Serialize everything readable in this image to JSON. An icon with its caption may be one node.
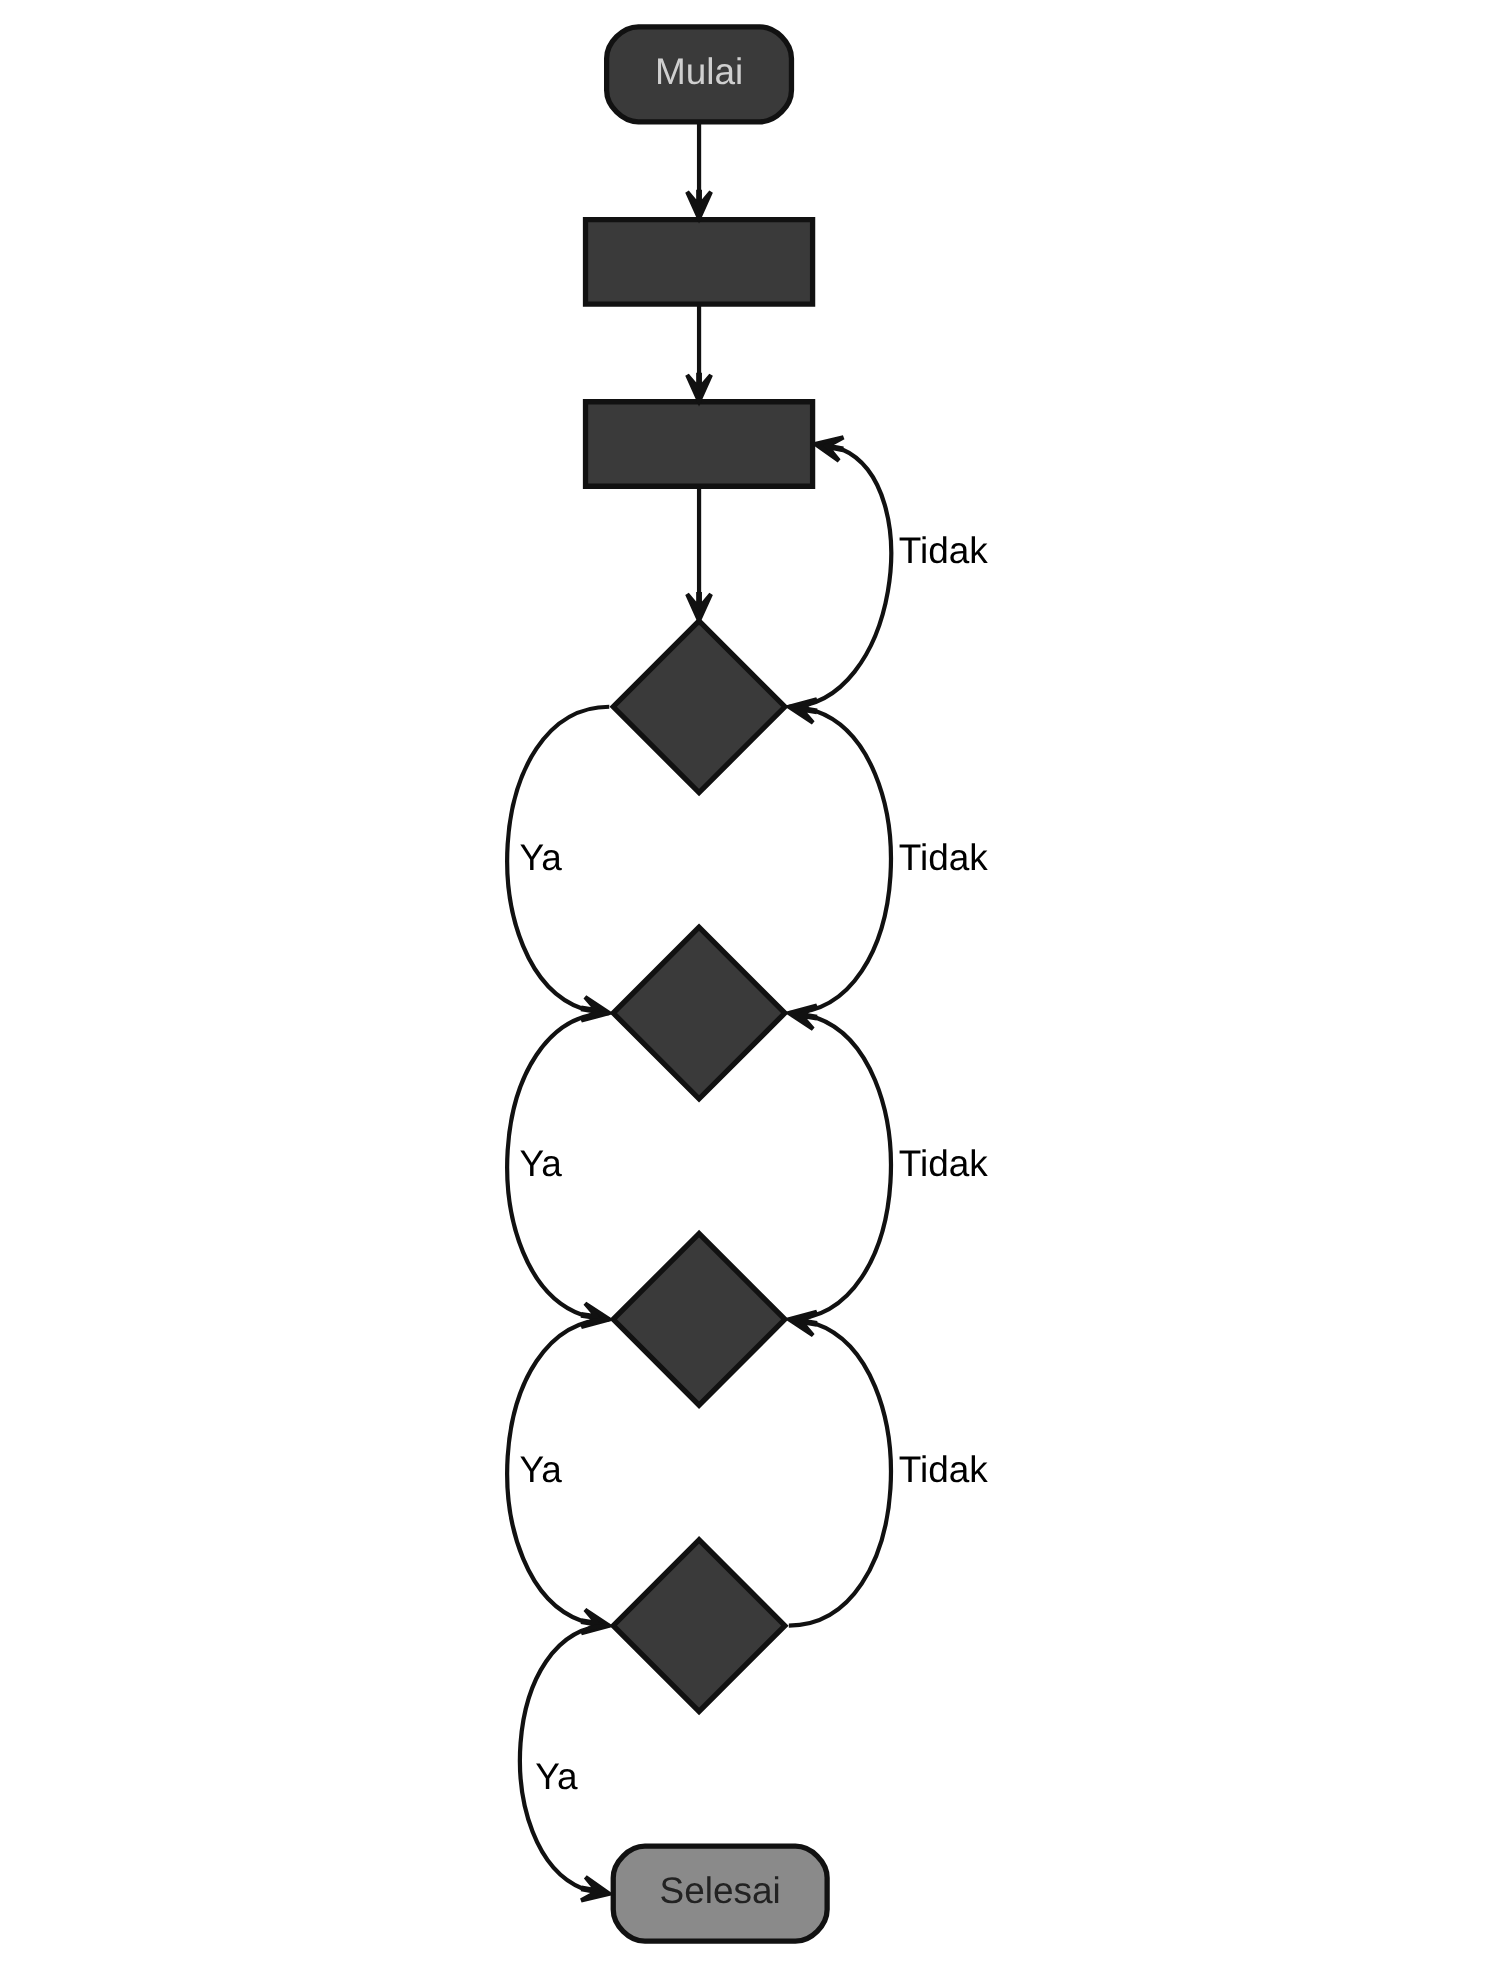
{
  "diagram": {
    "nodes": [
      {
        "text": [
          "Mulai"
        ]
      },
      {
        "text": [],
        "shape": "box"
      },
      {
        "text": [],
        "shape": "box"
      },
      {
        "text": [],
        "shape": "diamond"
      },
      {
        "text": [],
        "shape": "diamond"
      },
      {
        "text": [],
        "shape": "diamond"
      },
      {
        "text": [],
        "shape": "diamond"
      },
      {
        "text": [
          "Selesai"
        ]
      }
    ],
    "edges": [
      {
        "from": 0,
        "to": 1,
        "arrow": "to"
      },
      {
        "from": 1,
        "to": 2,
        "arrow": "to"
      },
      {
        "from": 2,
        "to": 3,
        "arrow": "to"
      },
      {
        "from": 3,
        "to": 2,
        "arrow": "to",
        "label": "Tidak"
      },
      {
        "from": 3,
        "to": 4,
        "arrow": "to",
        "label": "Ya"
      },
      {
        "from": 4,
        "to": 3,
        "arrow": "to",
        "label": "Tidak"
      },
      {
        "from": 4,
        "to": 5,
        "arrow": "to",
        "label": "Ya"
      },
      {
        "from": 5,
        "to": 4,
        "arrow": "to",
        "label": "Tidak"
      },
      {
        "from": 5,
        "to": 6,
        "arrow": "to",
        "label": "Ya"
      },
      {
        "from": 6,
        "to": 5,
        "arrow": "to",
        "label": "Tidak"
      },
      {
        "from": 6,
        "to": 7,
        "arrow": "to",
        "label": "Ya"
      }
    ]
  }
}
